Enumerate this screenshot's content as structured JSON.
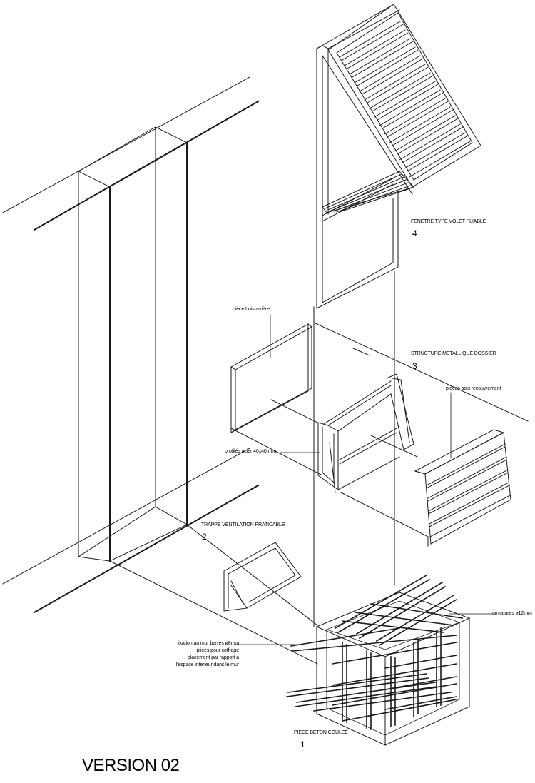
{
  "components": {
    "window": {
      "title": "FENETRE TYPE VOLET PLIABLE",
      "number": "4"
    },
    "structure": {
      "title": "STRUCTURE METALLIQUE DOSSIER",
      "number": "3",
      "labels": {
        "rear_wood": "pièce bois arrière",
        "steel_profiles": "profilés acier 40x40 mm",
        "cover_wood": "pièces bois recouvrement"
      }
    },
    "hatch": {
      "title": "TRAPPE VENTILATION PRATICABLE",
      "number": "2"
    },
    "concrete": {
      "title": "PIÈCE BÉTON COULEÉ",
      "number": "1",
      "labels": {
        "rebar": "armatures ø12mm",
        "fixing_line1": "fixation au mur barres ø8mm",
        "fixing_line2": "pliées pour coffrage",
        "fixing_line3": "placement par rapport à",
        "fixing_line4": "l'espace interieur dans le mur"
      }
    }
  },
  "version": "VERSION 02",
  "colors": {
    "line": "#1a1a1a",
    "background": "#ffffff"
  }
}
